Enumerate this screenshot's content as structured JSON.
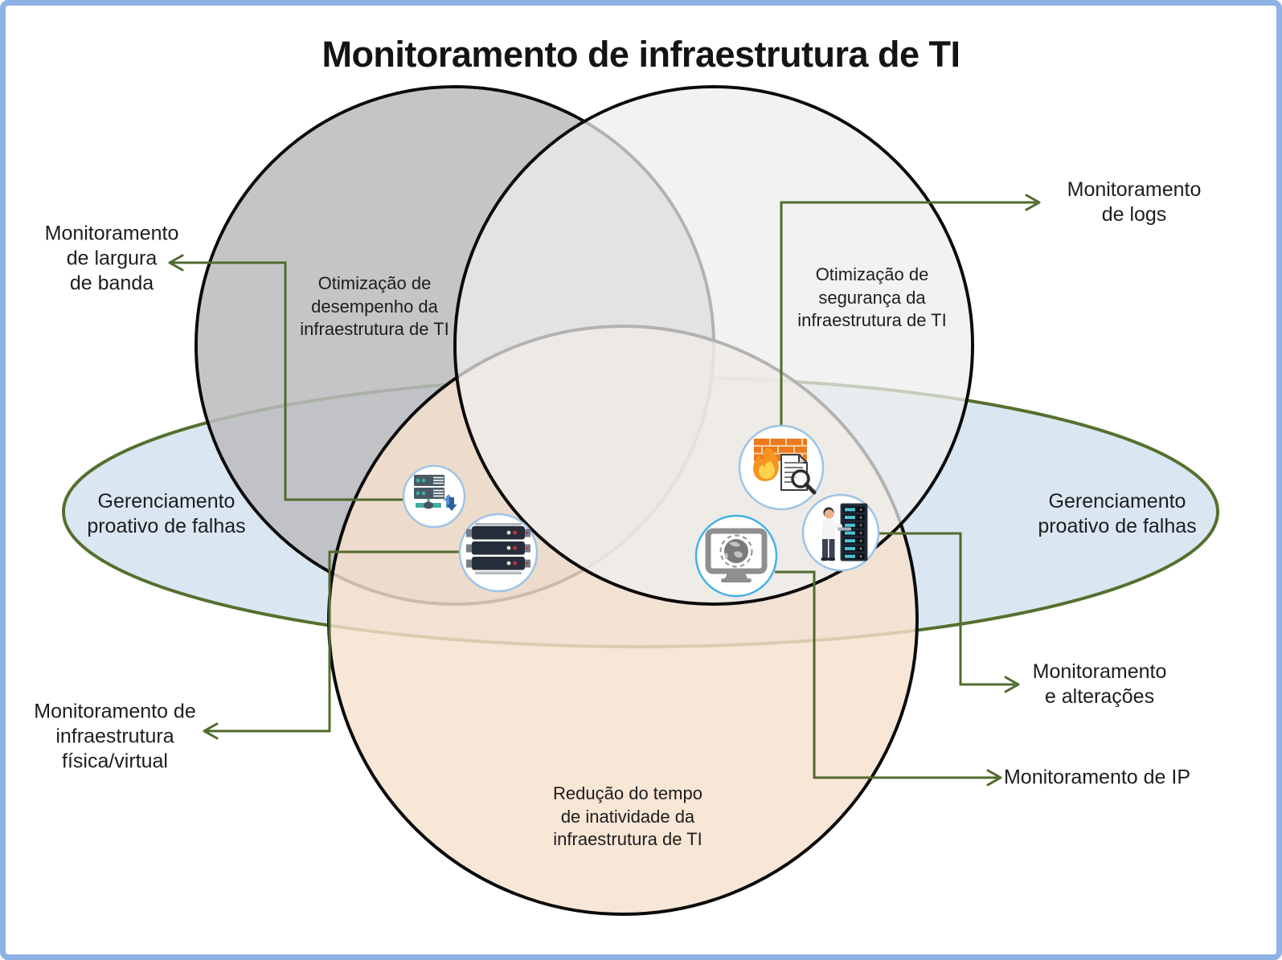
{
  "title": "Monitoramento de infraestrutura de TI",
  "colors": {
    "frame_border": "#8db2e3",
    "title_color": "#141414",
    "text_color": "#1d1d1d",
    "outline_black": "#0b0b0b",
    "olive_line": "#4f6b2e",
    "ellipse_border": "#55702e",
    "ellipse_fill": "#dbe6f3",
    "gray_fill": "rgba(187,187,189,0.85)",
    "light_fill": "rgba(237,237,238,0.74)",
    "peach_fill": "rgba(247,224,205,0.82)",
    "icon_ring": "#9dc4e6",
    "icon_ring_bright": "#45b0e8"
  },
  "regions": {
    "performance": {
      "lines": [
        "Otimização de",
        "desempenho da",
        "infraestrutura de TI"
      ]
    },
    "security": {
      "lines": [
        "Otimização de",
        "segurança da",
        "infraestrutura de TI"
      ]
    },
    "downtime": {
      "lines": [
        "Redução do tempo",
        "de inatividade da",
        "infraestrutura de TI"
      ]
    },
    "proactive_left": {
      "lines": [
        "Gerenciamento",
        "proativo de falhas"
      ]
    },
    "proactive_right": {
      "lines": [
        "Gerenciamento",
        "proativo de falhas"
      ]
    }
  },
  "callouts": {
    "bandwidth": {
      "lines": [
        "Monitoramento",
        "de largura",
        "de banda"
      ]
    },
    "logs": {
      "lines": [
        "Monitoramento",
        "de logs"
      ]
    },
    "changes": {
      "lines": [
        "Monitoramento",
        "e alterações"
      ]
    },
    "ip": {
      "lines": [
        "Monitoramento de IP"
      ]
    },
    "physical_virtual": {
      "lines": [
        "Monitoramento de",
        "infraestrutura",
        "física/virtual"
      ]
    }
  },
  "icons": {
    "bandwidth": {
      "name": "bandwidth-servers-icon"
    },
    "physical_virtual": {
      "name": "server-rack-icon"
    },
    "logs": {
      "name": "firewall-log-search-icon"
    },
    "ip": {
      "name": "monitor-globe-icon"
    },
    "changes": {
      "name": "person-server-rack-icon"
    }
  }
}
